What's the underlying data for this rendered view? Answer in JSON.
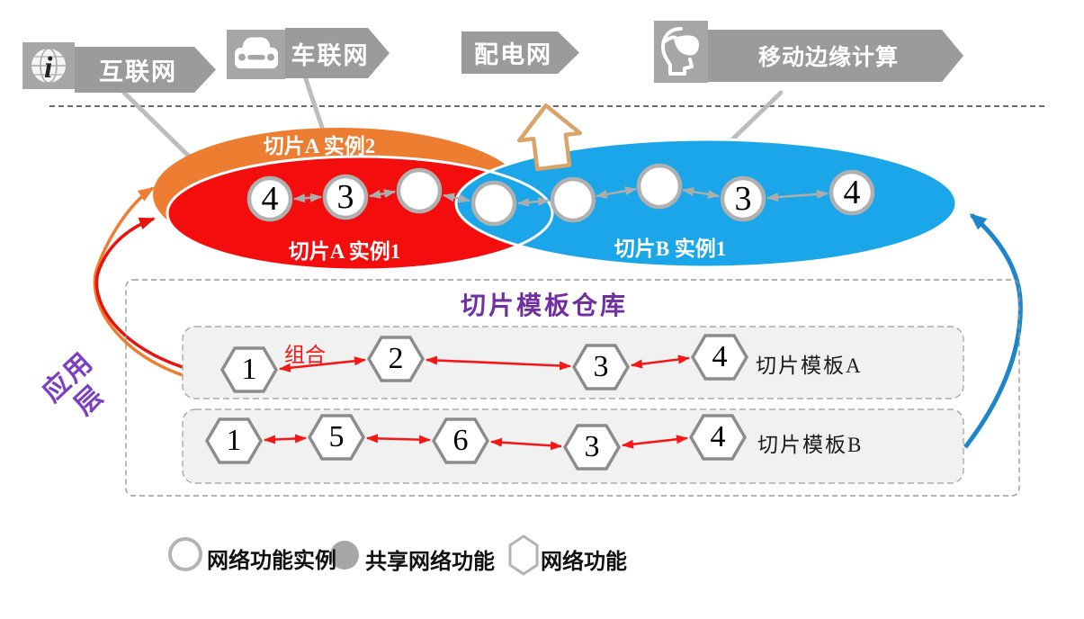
{
  "banners": [
    {
      "label": "互联网",
      "icon": "globe-info-icon"
    },
    {
      "label": "车联网",
      "icon": "car-icon"
    },
    {
      "label": "配电网",
      "icon": ""
    },
    {
      "label": "移动边缘计算",
      "icon": "vr-headset-icon"
    }
  ],
  "slices": {
    "a2": {
      "label": "切片A 实例2",
      "color": "#ED7D31"
    },
    "a1": {
      "label": "切片A 实例1",
      "color": "#F30D0D"
    },
    "b1": {
      "label": "切片B 实例1",
      "color": "#1AA6E8"
    }
  },
  "instance_nodes": [
    "4",
    "3",
    "",
    "",
    "",
    "",
    "3",
    "4"
  ],
  "repository": {
    "title": "切片模板仓库",
    "combine_label": "组合",
    "templates": [
      {
        "label": "切片模板A",
        "nodes": [
          "1",
          "2",
          "3",
          "4"
        ]
      },
      {
        "label": "切片模板B",
        "nodes": [
          "1",
          "5",
          "6",
          "3",
          "4"
        ]
      }
    ]
  },
  "layer": {
    "line1": "应用",
    "line2": "层"
  },
  "legend": [
    {
      "symbol": "circle-outline",
      "label": "网络功能实例"
    },
    {
      "symbol": "circle-filled",
      "label": "共享网络功能"
    },
    {
      "symbol": "hexagon-outline",
      "label": "网络功能"
    }
  ],
  "colors": {
    "banner_gray": "#9B9B9B",
    "slice_a1_red": "#F30D0D",
    "slice_a2_orange": "#ED7D31",
    "slice_b1_blue": "#1AA6E8",
    "purple_text": "#7030A0",
    "red_arrow": "#F51616",
    "tan_arrow_outline": "#D8A469",
    "blue_arrow": "#1C85CB",
    "gray_connector": "#ADADAD"
  }
}
